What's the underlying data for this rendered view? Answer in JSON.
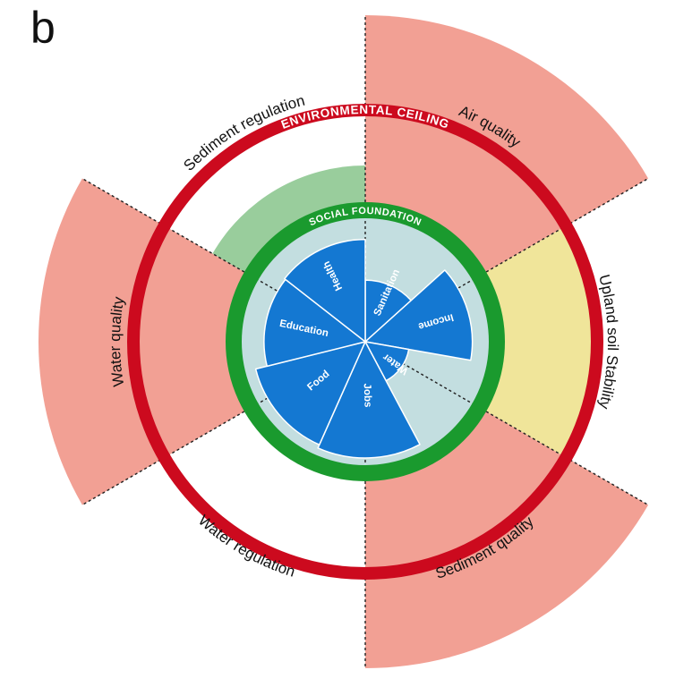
{
  "panel_label": "b",
  "ring_labels": {
    "ceiling": "ENVIRONMENTAL CEILING",
    "foundation": "SOCIAL FOUNDATION"
  },
  "environmental_sectors": [
    {
      "key": "air_quality",
      "label": "Air quality",
      "state": "overshoot"
    },
    {
      "key": "upland_soil_stability",
      "label": "Upland soil Stability",
      "state": "approaching"
    },
    {
      "key": "sediment_quality",
      "label": "Sediment quality",
      "state": "overshoot"
    },
    {
      "key": "water_regulation",
      "label": "Water regulation",
      "state": "within"
    },
    {
      "key": "water_quality",
      "label": "Water quality",
      "state": "overshoot"
    },
    {
      "key": "sediment_regulation",
      "label": "Sediment regulation",
      "state": "safe"
    }
  ],
  "social_wedges": [
    {
      "key": "sanitation",
      "label": "Sanitation",
      "level": 0.53
    },
    {
      "key": "income",
      "label": "Income",
      "level": 0.92
    },
    {
      "key": "water",
      "label": "Water",
      "level": 0.38
    },
    {
      "key": "jobs",
      "label": "Jobs",
      "level": 1.0
    },
    {
      "key": "food",
      "label": "Food",
      "level": 0.97
    },
    {
      "key": "education",
      "label": "Education",
      "level": 0.87
    },
    {
      "key": "health",
      "label": "Health",
      "level": 0.88
    }
  ],
  "colors": {
    "overshoot": "#f2a094",
    "approaching": "#f0e59a",
    "safe": "#99cd9c",
    "ceiling_ring": "#cc0a1e",
    "foundation_ring": "#1a9a2e",
    "foundation_fill": "#c3dee0",
    "wedge": "#1478d2",
    "wedge_stroke": "#ffffff"
  }
}
